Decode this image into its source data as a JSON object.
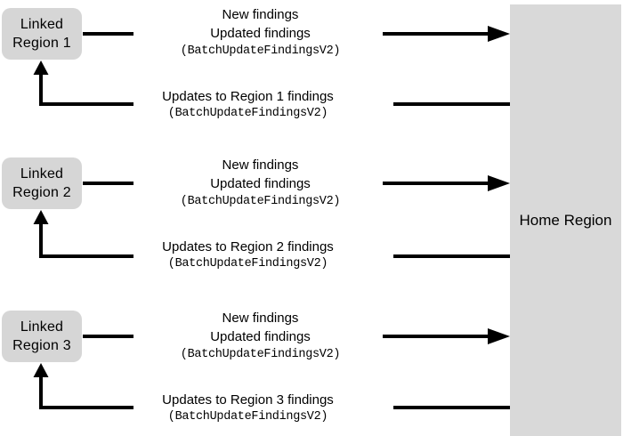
{
  "home_region": {
    "label": "Home Region"
  },
  "sections": [
    {
      "linked_region_line1": "Linked",
      "linked_region_line2": "Region 1",
      "to_home_line1": "New findings",
      "to_home_line2": "Updated findings",
      "to_home_api": "(BatchUpdateFindingsV2)",
      "from_home_label": "Updates to Region 1 findings",
      "from_home_api": "(BatchUpdateFindingsV2)"
    },
    {
      "linked_region_line1": "Linked",
      "linked_region_line2": "Region 2",
      "to_home_line1": "New findings",
      "to_home_line2": "Updated findings",
      "to_home_api": "(BatchUpdateFindingsV2)",
      "from_home_label": "Updates to Region 2 findings",
      "from_home_api": "(BatchUpdateFindingsV2)"
    },
    {
      "linked_region_line1": "Linked",
      "linked_region_line2": "Region 3",
      "to_home_line1": "New findings",
      "to_home_line2": "Updated findings",
      "to_home_api": "(BatchUpdateFindingsV2)",
      "from_home_label": "Updates to Region 3 findings",
      "from_home_api": "(BatchUpdateFindingsV2)"
    }
  ],
  "colors": {
    "linked_region_fill": "#d6d6d6",
    "home_region_fill": "#d9d9d9",
    "arrow": "#000000"
  }
}
